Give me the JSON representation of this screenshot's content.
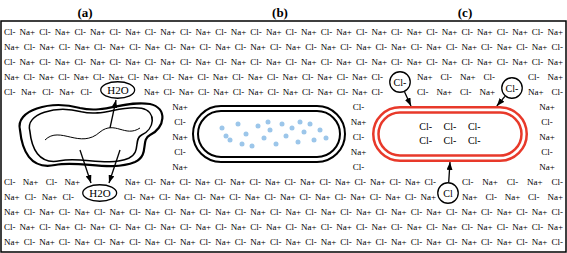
{
  "diagram": {
    "nodes": [
      {
        "text": [
          "H2O"
        ]
      },
      {
        "text": [
          "H2O"
        ]
      },
      {
        "text": [
          "Cl-"
        ]
      },
      {
        "text": [
          "Cl-"
        ]
      },
      {
        "text": [
          "Cl- Cl- Cl-",
          "Cl- Cl- Cl-"
        ]
      },
      {
        "text": [
          "Cl"
        ]
      }
    ],
    "edges": [
      {
        "from": 2,
        "to": 4,
        "arrow": "to"
      },
      {
        "from": 3,
        "to": 4,
        "arrow": "to"
      },
      {
        "from": 5,
        "to": 4,
        "arrow": "to"
      }
    ],
    "labels": [
      "(a)",
      "(b)",
      "(c)",
      "Cl- Na+ Cl- Na+ Cl- Na+ Cl- Na+ Cl- Na+ Cl- Na+ Cl- Na+ Cl- Na+ Cl- Na+ Cl- Na+ Cl- Na+ Cl- Na+ Cl- Na+ Cl- Na+ Cl- Na+ Cl- Na+",
      "Na+ Cl- Na+ Cl- Na+ Cl- Na+ Cl- Na+ Cl- Na+ Cl- Na+ Cl- Na+ Cl- Na+ Cl- Na+ Cl- Na+ Cl- Na+ Cl- Na+ Cl- Na+ Cl- Na+ Cl- Na+ Cl-",
      "Cl- Na+ Cl- Na+ Cl- Na+ Cl- Na+ Cl- Na+ Cl- Na+ Cl- Na+ Cl- Na+ Cl- Na+ Cl- Na+ Cl- Na+ Cl- Na+ Cl- Na+ Cl- Na+ Cl- Na+ Cl- Na+",
      "Na+ Cl- Na+ Cl- Na+ Cl- Na+ Cl- Na+ Cl- Na+ Cl- Na+ Cl- Na+ Cl- Na+ Cl- Na+ Cl- Na+ Cl-",
      "Na+ Cl- Na+ Cl-",
      "Cl- Na+",
      "Cl- Na+ Cl- Na+ Cl-",
      "Na+ Cl- Na+ Cl- Na+ Cl- Na+ Cl- Na+ Cl- Na+ Cl- Na+ Cl-",
      "Cl- Na+ Cl- Na+",
      "Na+ Cl-",
      "Na+",
      "Cl-",
      "Na+",
      "Cl-",
      "Na+",
      "Cl-",
      "Na+",
      "Cl-",
      "Na+",
      "Cl-",
      "Na+",
      "Cl-",
      "Na+",
      "Cl-",
      "Na+",
      "Cl- Na+ Cl- Na+",
      "Na+ Cl- Na+ Cl- Na+ Cl- Na+ Cl- Na+ Cl- Na+ Cl- Na+ Cl- Na+ Cl- Na+ Cl-",
      "Cl- Na+ Cl- Na+ Cl-",
      "Na+ Cl- Na+ Cl-",
      "Cl- Na+ Cl- Na+ Cl- Na+ Cl- Na+ Cl- Na+ Cl- Na+ Cl- Na+ Cl- Na+ Cl- Na+",
      "Na+ Cl- Na+ Cl- Na+",
      "Na+ Cl- Na+ Cl- Na+ Cl- Na+ Cl- Na+ Cl- Na+ Cl- Na+ Cl- Na+ Cl- Na+ Cl- Na+ Cl- Na+ Cl- Na+ Cl- Na+ Cl- Na+ Cl- Na+ Cl- Na+ Cl-",
      "Cl- Na+ Cl- Na+ Cl- Na+ Cl- Na+ Cl- Na+ Cl- Na+ Cl- Na+ Cl- Na+ Cl- Na+ Cl- Na+ Cl- Na+ Cl- Na+ Cl- Na+ Cl- Na+ Cl- Na+ Cl- Na+",
      "Na+ Cl- Na+ Cl- Na+ Cl- Na+ Cl- Na+ Cl- Na+ Cl- Na+ Cl- Na+ Cl- Na+ Cl- Na+ Cl- Na+ Cl- Na+ Cl- Na+ Cl- Na+ Cl- Na+ Cl- Na+ Cl-"
    ]
  }
}
